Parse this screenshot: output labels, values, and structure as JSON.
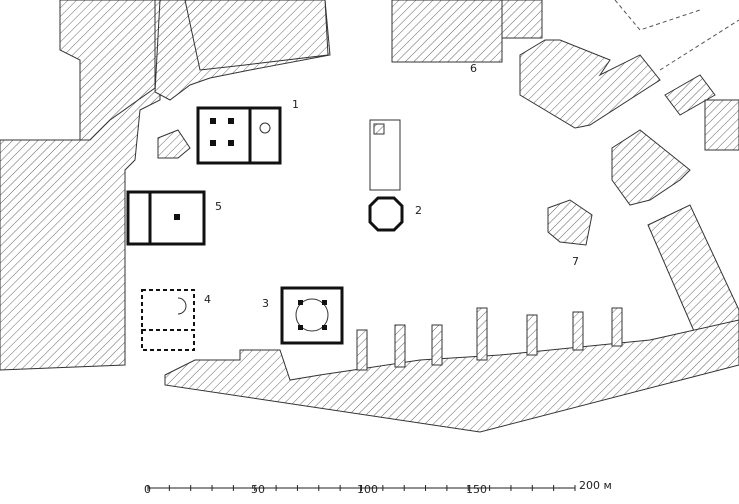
{
  "plan": {
    "building_labels": {
      "b1": "1",
      "b2": "2",
      "b3": "3",
      "b4": "4",
      "b5": "5",
      "b6": "6",
      "b7": "7"
    },
    "scale_bar": {
      "ticks": [
        "0",
        "50",
        "100",
        "150",
        "200 м"
      ],
      "values_m": [
        0,
        50,
        100,
        150,
        200
      ]
    }
  }
}
